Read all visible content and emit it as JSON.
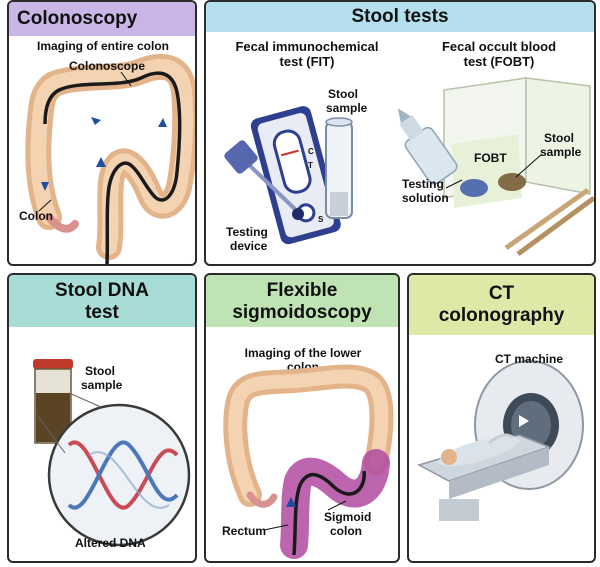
{
  "colonoscopy": {
    "title": "Colonoscopy",
    "subtitle": "Imaging of entire colon",
    "label_scope": "Colonoscope",
    "label_colon": "Colon",
    "header_color": "#c9b6e6"
  },
  "stool_tests": {
    "title": "Stool tests",
    "header_color": "#b6dfee",
    "fit": {
      "title_line1": "Fecal immunochemical",
      "title_line2": "test (FIT)",
      "stool_label_1": "Stool",
      "stool_label_2": "sample",
      "device_label_1": "Testing",
      "device_label_2": "device",
      "letter_c": "C",
      "letter_t": "T",
      "letter_s": "S"
    },
    "fobt": {
      "title_line1": "Fecal occult blood",
      "title_line2": "test (FOBT)",
      "card_text": "FOBT",
      "stool_label_1": "Stool",
      "stool_label_2": "sample",
      "solution_label_1": "Testing",
      "solution_label_2": "solution"
    }
  },
  "stool_dna": {
    "title_line1": "Stool DNA",
    "title_line2": "test",
    "stool_label_1": "Stool",
    "stool_label_2": "sample",
    "dna_label": "Altered DNA",
    "header_color": "#a8dcd6"
  },
  "sigmoidoscopy": {
    "title_line1": "Flexible",
    "title_line2": "sigmoidoscopy",
    "subtitle_line1": "Imaging of the lower",
    "subtitle_line2": "colon",
    "rectum_label": "Rectum",
    "sigmoid_label_1": "Sigmoid",
    "sigmoid_label_2": "colon",
    "header_color": "#bfe3b2"
  },
  "ct": {
    "title_line1": "CT",
    "title_line2": "colonography",
    "machine_label": "CT machine",
    "header_color": "#dde9a6"
  }
}
